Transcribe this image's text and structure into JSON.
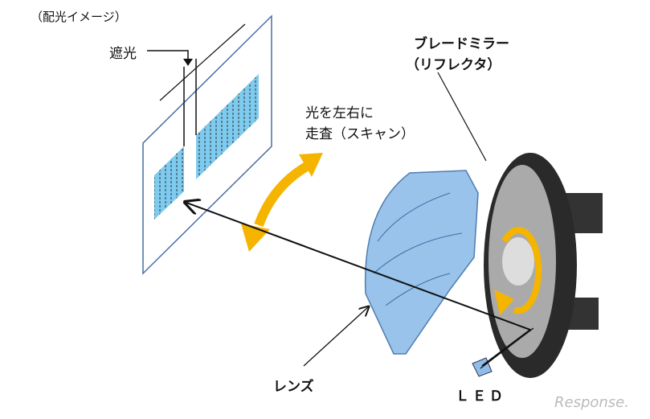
{
  "labels": {
    "light_image": "（配光イメージ）",
    "shading": "遮光",
    "mirror_line1": "ブレードミラー",
    "mirror_line2": "（リフレクタ）",
    "scan_line1": "光を左右に",
    "scan_line2": "走査（スキャン）",
    "lens": "レンズ",
    "led": "ＬＥＤ"
  },
  "watermark": "Response.",
  "colors": {
    "accent": "#f5b400",
    "patch": "#7ecbf0",
    "lens": "#8fbde8",
    "mirror": "#2a2a2a"
  }
}
